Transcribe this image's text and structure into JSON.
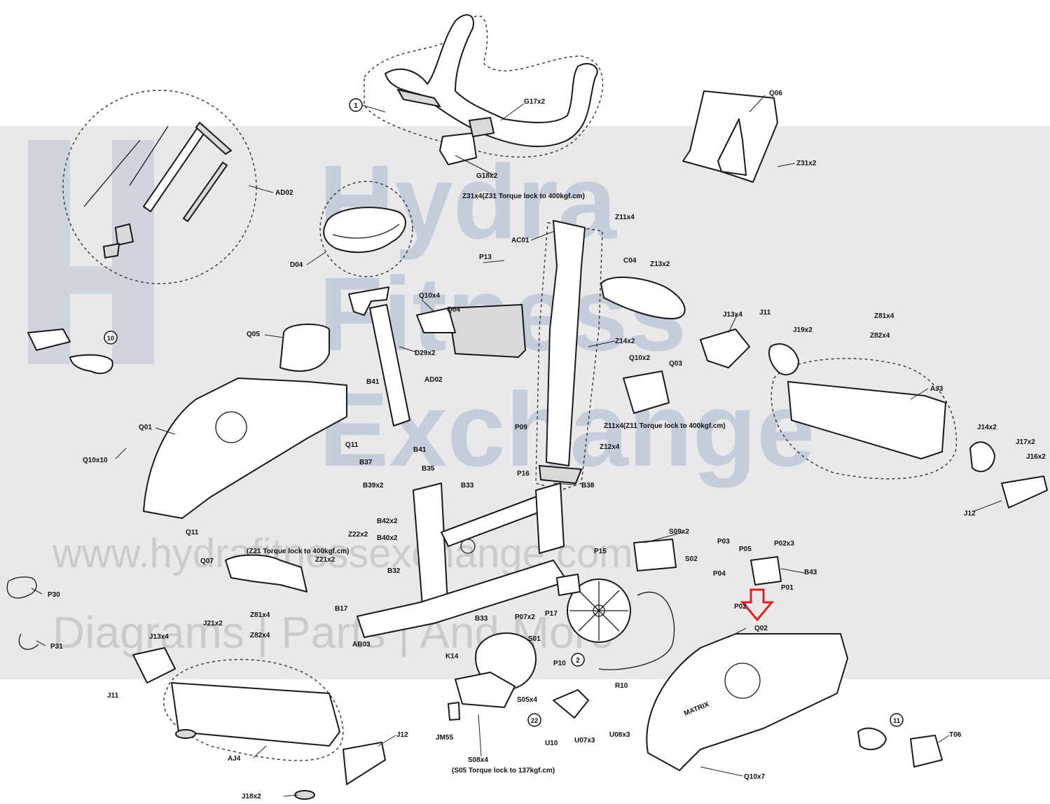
{
  "watermark": {
    "brand_lines": [
      "Hydra",
      "Fitness",
      "Exchange"
    ],
    "url": "www.hydrafitnessexchange.com",
    "tagline": "Diagrams | Parts | And More"
  },
  "arrow_color": "#e0201b",
  "logo_text": "MATRIX",
  "labels": {
    "g17": "G17x2",
    "g18": "G18x2",
    "z31x4": "Z31x4(Z31 Torque lock to 400kgf.cm)",
    "ad02_top": "AD02",
    "d04": "D04",
    "q06": "Q06",
    "z31x2": "Z31x2",
    "z11x4": "Z11x4",
    "ac01": "AC01",
    "p13": "P13",
    "c04": "C04",
    "z13x2": "Z13x2",
    "q10x4": "Q10x4",
    "q04": "Q04",
    "q05": "Q05",
    "d29x2": "D29x2",
    "z14x2": "Z14x2",
    "j13x4_r": "J13x4",
    "j11_r": "J11",
    "j19x2": "J19x2",
    "z81x4_r": "Z81x4",
    "z82x4_r": "Z82x4",
    "aj3": "AJ3",
    "q10x2": "Q10x2",
    "q03": "Q03",
    "b41_a": "B41",
    "ad02_mid": "AD02",
    "q01": "Q01",
    "q11_a": "Q11",
    "p09": "P09",
    "z11x4t": "Z11x4(Z11 Torque lock to 400kgf.cm)",
    "z12x4": "Z12x4",
    "j14x2": "J14x2",
    "j17x2": "J17x2",
    "j16x2": "J16x2",
    "j12_r": "J12",
    "q10x10": "Q10x10",
    "b37": "B37",
    "b41_b": "B41",
    "b35": "B35",
    "b39x2": "B39x2",
    "b33_a": "B33",
    "p16": "P16",
    "b38": "B38",
    "q11_b": "Q11",
    "b42x2": "B42x2",
    "b40x2": "B40x2",
    "s09x2": "S09x2",
    "z22x2": "Z22x2",
    "z21t": "(Z21 Torque lock to 400kgf.cm)",
    "z21x2": "Z21x2",
    "q07": "Q07",
    "p03": "P03",
    "p05": "P05",
    "p02x3": "P02x3",
    "p15": "P15",
    "s02": "S02",
    "b43": "B43",
    "p04": "P04",
    "p01": "P01",
    "b32": "B32",
    "p30": "P30",
    "p02": "P02",
    "q02": "Q02",
    "b17": "B17",
    "p07x2": "P07x2",
    "p17": "P17",
    "b33_b": "B33",
    "j21x2": "J21x2",
    "z81x4_l": "Z81x4",
    "z82x4_l": "Z82x4",
    "j13x4_l": "J13x4",
    "p31": "P31",
    "ab03": "AB03",
    "k14": "K14",
    "s01": "S01",
    "p10": "P10",
    "j11_l": "J11",
    "r10": "R10",
    "s05x4": "S05x4",
    "j12_l": "J12",
    "jm55": "JM55",
    "u10": "U10",
    "u07x3": "U07x3",
    "u08x3": "U08x3",
    "t06": "T06",
    "aj4": "AJ4",
    "s08x4": "S08x4",
    "s05t": "(S05 Torque lock to 137kgf.cm)",
    "j18x2": "J18x2",
    "q10x7": "Q10x7"
  },
  "callouts": {
    "c1": "1",
    "c10": "10",
    "c2": "2",
    "c11": "11",
    "c22": "22"
  }
}
